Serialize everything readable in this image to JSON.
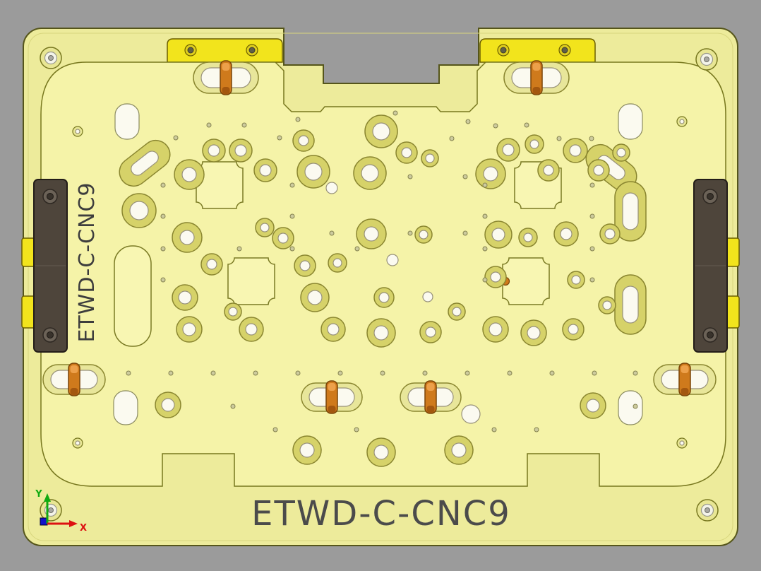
{
  "model": {
    "part_label_bottom": "ETWD-C-CNC9",
    "part_label_side": "ETWD-C-CNC9"
  },
  "triad": {
    "x_label": "X",
    "y_label": "Y"
  },
  "colors": {
    "background": "#9b9b9b",
    "plate": "#edeb9b",
    "plate_top": "#f5f3a8",
    "pocket": "#f8f6b2",
    "boss": "#d6d269",
    "hole": "#fbfaf0",
    "accent_yellow": "#f2e41c",
    "clamp": "#4e453b",
    "pin_orange": "#cf7a1c",
    "pin_highlight": "#eda04a",
    "pin_shadow": "#a3570f",
    "label_text": "#4b4b4b",
    "axis_x": "#dd1111",
    "axis_y": "#11aa11",
    "axis_z": "#1111cc",
    "outline": "#55551a"
  }
}
